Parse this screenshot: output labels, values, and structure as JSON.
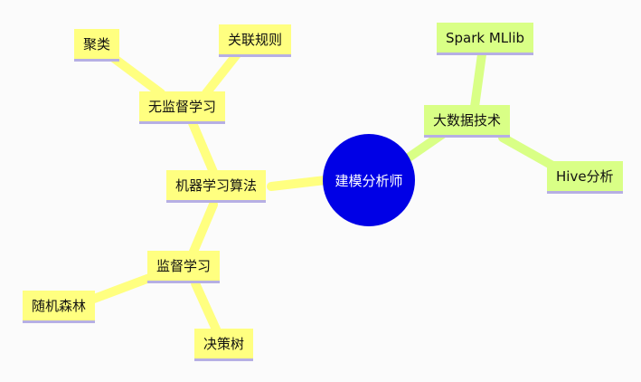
{
  "root": {
    "label": "建模分析师",
    "color": "#0000e6"
  },
  "colors": {
    "yellow_branch": "#ffff80",
    "green_branch": "#d9ff86",
    "underline": "#b6afe4",
    "background": "#fbfbfb"
  },
  "branches": {
    "ml_algorithms": {
      "label": "机器学习算法"
    },
    "unsupervised": {
      "label": "无监督学习"
    },
    "clustering": {
      "label": "聚类"
    },
    "association_rules": {
      "label": "关联规则"
    },
    "supervised": {
      "label": "监督学习"
    },
    "random_forest": {
      "label": "随机森林"
    },
    "decision_tree": {
      "label": "决策树"
    },
    "big_data": {
      "label": "大数据技术"
    },
    "spark_mllib": {
      "label": "Spark MLlib"
    },
    "hive": {
      "label": "Hive分析"
    }
  }
}
